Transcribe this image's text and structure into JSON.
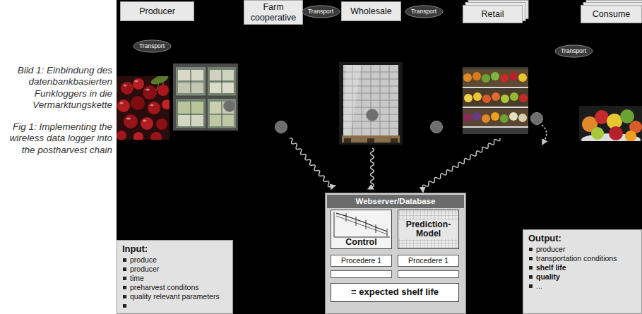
{
  "diagram": {
    "caption": "Bild 1: Einbindung des datenbankbasierten Funkloggers in die Vermarktungskette",
    "nodes": [
      {
        "text": [
          "Producer"
        ]
      },
      {
        "text": [
          "Transport"
        ]
      },
      {
        "text": [
          "Farm cooperative"
        ]
      },
      {
        "text": [
          "Transport"
        ]
      },
      {
        "text": [
          "Wholesale"
        ]
      },
      {
        "text": [
          "Transport"
        ]
      },
      {
        "text": [
          "Retail"
        ]
      },
      {
        "text": [
          "Transport"
        ]
      },
      {
        "text": [
          "Consume"
        ]
      },
      {
        "text": [
          "Webserver/Database"
        ]
      },
      {
        "text": [
          "Control"
        ],
        "in": 9
      },
      {
        "text": [
          "Prediction-Model"
        ],
        "in": 9
      },
      {
        "text": [
          "Procedere 1"
        ],
        "in": 9
      },
      {
        "text": [
          "Procedere 1"
        ],
        "in": 9
      },
      {
        "text": [
          "= expected shelf life"
        ],
        "in": 9
      },
      {
        "text": [
          "Input:",
          "produce",
          "producer",
          "time",
          "preharvest conditons",
          "quality relevant parameters"
        ]
      },
      {
        "text": [
          "Output:",
          "producer",
          "transportation conditions",
          "shelf life",
          "quality",
          "..."
        ]
      }
    ],
    "labels": [
      "Fig 1: Implementing the wireless data logger into the postharvest chain"
    ]
  }
}
